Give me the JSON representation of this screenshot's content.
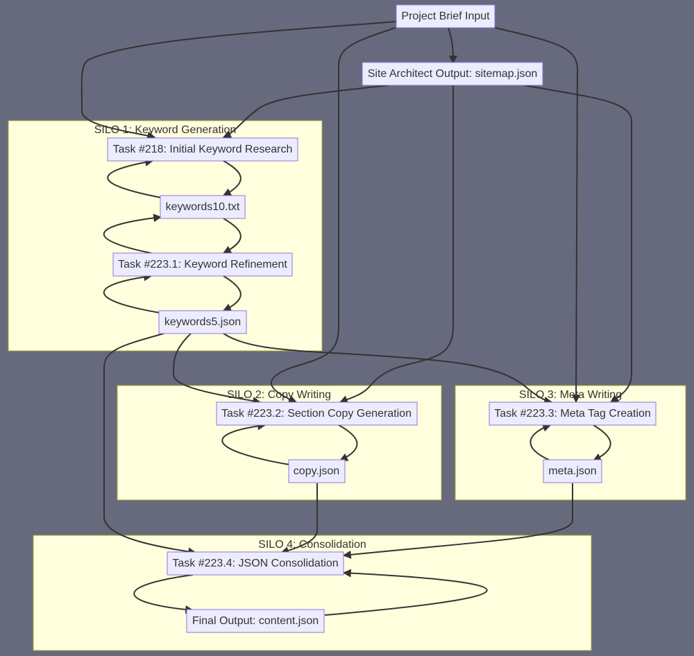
{
  "diagram": {
    "type": "flowchart",
    "silos": {
      "silo1": "SILO 1: Keyword Generation",
      "silo2": "SILO 2: Copy Writing",
      "silo3": "SILO 3: Meta Writing",
      "silo4": "SILO 4: Consolidation"
    },
    "nodes": {
      "brief": "Project Brief Input",
      "sitemap": "Site Architect Output: sitemap.json",
      "t218": "Task #218: Initial Keyword Research",
      "kw10": "keywords10.txt",
      "t2231": "Task #223.1: Keyword Refinement",
      "kw5": "keywords5.json",
      "t2232": "Task #223.2: Section Copy Generation",
      "copy": "copy.json",
      "t2233": "Task #223.3: Meta Tag Creation",
      "meta": "meta.json",
      "t2234": "Task #223.4: JSON Consolidation",
      "final": "Final Output: content.json"
    },
    "edges": [
      {
        "from": "brief",
        "to": "sitemap"
      },
      {
        "from": "brief",
        "to": "t218"
      },
      {
        "from": "brief",
        "to": "t2232"
      },
      {
        "from": "brief",
        "to": "t2233"
      },
      {
        "from": "sitemap",
        "to": "t218"
      },
      {
        "from": "sitemap",
        "to": "t2232"
      },
      {
        "from": "sitemap",
        "to": "t2233"
      },
      {
        "from": "t218",
        "to": "kw10"
      },
      {
        "from": "kw10",
        "to": "t218"
      },
      {
        "from": "kw10",
        "to": "t2231"
      },
      {
        "from": "t2231",
        "to": "kw10"
      },
      {
        "from": "t2231",
        "to": "kw5"
      },
      {
        "from": "kw5",
        "to": "t2231"
      },
      {
        "from": "kw5",
        "to": "t2232"
      },
      {
        "from": "kw5",
        "to": "t2233"
      },
      {
        "from": "kw5",
        "to": "t2234"
      },
      {
        "from": "t2232",
        "to": "copy"
      },
      {
        "from": "copy",
        "to": "t2232"
      },
      {
        "from": "t2233",
        "to": "meta"
      },
      {
        "from": "meta",
        "to": "t2233"
      },
      {
        "from": "copy",
        "to": "t2234"
      },
      {
        "from": "meta",
        "to": "t2234"
      },
      {
        "from": "t2234",
        "to": "final"
      },
      {
        "from": "final",
        "to": "t2234"
      }
    ],
    "colors": {
      "background": "#666a7c",
      "cluster_fill": "#ffffde",
      "cluster_stroke": "#aaaa33",
      "node_fill": "#ececff",
      "node_stroke": "#9370db",
      "edge": "#333333",
      "text": "#333333"
    }
  }
}
